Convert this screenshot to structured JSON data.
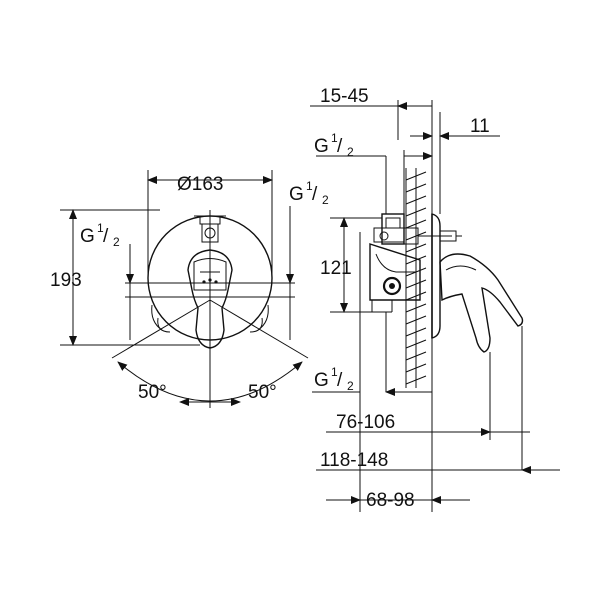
{
  "front_view": {
    "diameter_label": "Ø163",
    "height_label": "193",
    "thread_left": {
      "main": "G",
      "num": "1",
      "den": "2"
    },
    "thread_right": {
      "main": "G",
      "num": "1",
      "den": "2"
    },
    "angle_left": "50°",
    "angle_right": "50°"
  },
  "side_view": {
    "depth_range_label": "15-45",
    "plate_label": "11",
    "thread_top": {
      "main": "G",
      "num": "1",
      "den": "2"
    },
    "height_label": "121",
    "thread_bottom": {
      "main": "G",
      "num": "1",
      "den": "2"
    },
    "dim_1_label": "76-106",
    "dim_2_label": "118-148",
    "dim_3_label": "68-98"
  },
  "colors": {
    "line": "#111111",
    "background": "#ffffff"
  }
}
